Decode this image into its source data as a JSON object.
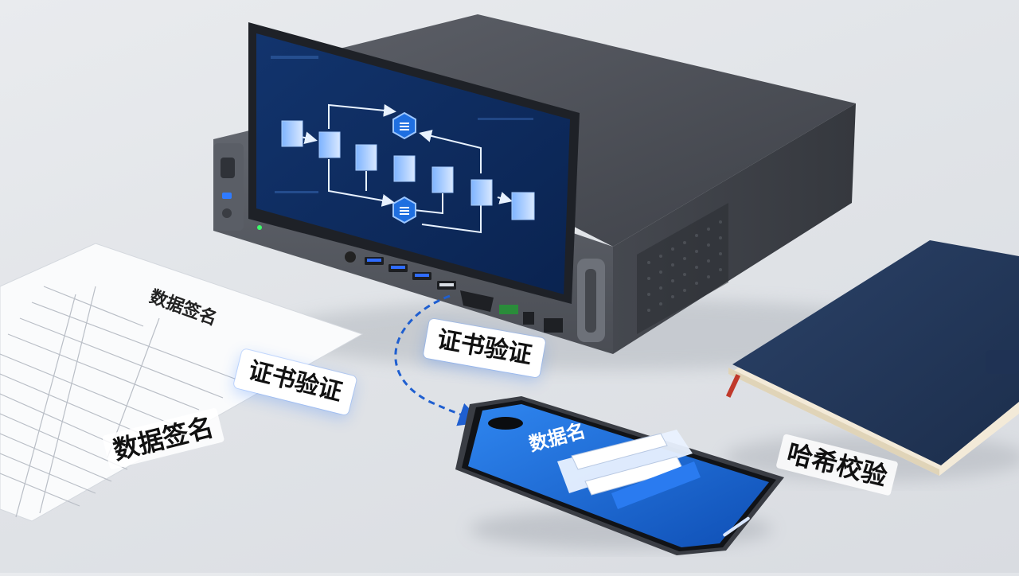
{
  "document": {
    "title": "数据签名",
    "caption": "数据签名"
  },
  "labels": {
    "cert_verify_left": "证书验证",
    "cert_verify_right": "证书验证",
    "hash_check": "哈希校验"
  },
  "phone": {
    "title": "数据名"
  },
  "colors": {
    "accent_blue": "#1f6fe0",
    "screen_navy": "#0c2a5c",
    "notebook_navy": "#24395f"
  }
}
